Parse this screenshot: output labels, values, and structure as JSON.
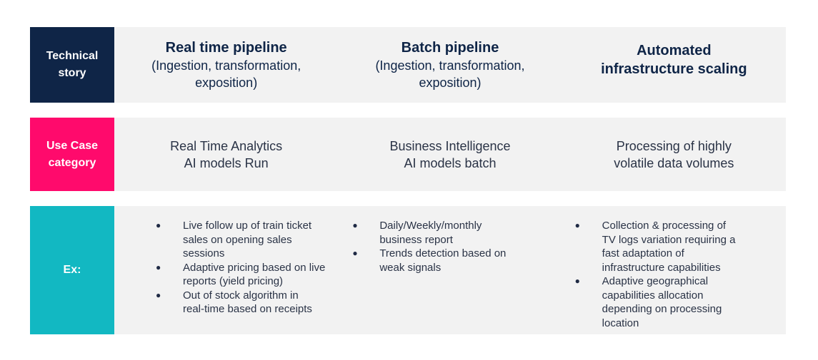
{
  "rows": {
    "technical": {
      "label_line1": "Technical",
      "label_line2": "story",
      "color": "#0f2547",
      "columns": [
        {
          "title": "Real time pipeline",
          "sub_line1": "(Ingestion, transformation,",
          "sub_line2": "exposition)"
        },
        {
          "title": "Batch pipeline",
          "sub_line1": "(Ingestion, transformation,",
          "sub_line2": "exposition)"
        },
        {
          "title_line1": "Automated",
          "title_line2": "infrastructure scaling"
        }
      ]
    },
    "usecase": {
      "label_line1": "Use Case",
      "label_line2": "category",
      "color": "#ff0a6c",
      "columns": [
        {
          "line1": "Real Time Analytics",
          "line2": "AI models Run"
        },
        {
          "line1": "Business Intelligence",
          "line2": "AI models batch"
        },
        {
          "line1": "Processing of highly",
          "line2": "volatile data volumes"
        }
      ]
    },
    "examples": {
      "label": "Ex:",
      "color": "#12b8c2",
      "bullet_glyph": "●",
      "columns": [
        [
          [
            "Live follow up of train ticket",
            "sales on opening sales",
            "sessions"
          ],
          [
            "Adaptive pricing based on live",
            "reports (yield pricing)"
          ],
          [
            "Out of stock algorithm in",
            "real-time based on receipts"
          ]
        ],
        [
          [
            "Daily/Weekly/monthly",
            "business report"
          ],
          [
            "Trends detection based on",
            "weak signals"
          ]
        ],
        [
          [
            "Collection & processing of",
            "TV logs variation requiring a",
            "fast adaptation of",
            "infrastructure capabilities"
          ],
          [
            "Adaptive geographical",
            "capabilities allocation",
            "depending on processing",
            "location"
          ]
        ]
      ]
    }
  }
}
